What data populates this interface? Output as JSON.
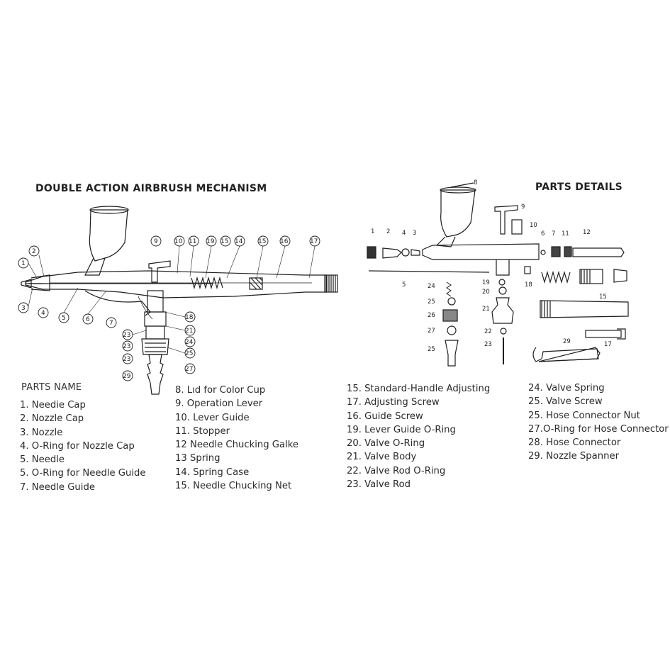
{
  "titles": {
    "left": "DOUBLE ACTION AIRBRUSH MECHANISM",
    "right": "PARTS DETAILS",
    "parts_name": "PARTS NAME"
  },
  "parts_columns": [
    [
      "1. Needie Cap",
      "2. Nozzle Cap",
      "3. Nozzle",
      "4. O-Ring for Nozzle Cap",
      "5. Needle",
      "5. O-Ring for Needle Guide",
      "7. Needle Guide"
    ],
    [
      "8. Lıd for Color Cup",
      "9. Operation Lever",
      "10. Lever Guide",
      "11. Stopper",
      "12  Needle Chucking Galke",
      "13  Spring",
      "14. Spring Case",
      "15. Needle Chucking Net"
    ],
    [
      "15. Standard-Handle Adjusting",
      "17. Adjusting Screw",
      "16. Guide Screw",
      "19. Lever Guide O-Ring",
      "20. Valve O-Ring",
      "21. Valve Body",
      "22. Valve Rod O-Ring",
      "23. Valve Rod"
    ],
    [
      "24. Valve Spring",
      "25. Valve Screw",
      "25. Hose Connector Nut",
      "27.O-Ring for Hose Connector",
      "28. Hose Connector",
      "29. Nozzle Spanner"
    ]
  ],
  "callouts_left": [
    "1",
    "2",
    "3",
    "4",
    "5",
    "6",
    "7",
    "9",
    "10",
    "11",
    "19",
    "15",
    "14",
    "15",
    "16",
    "17",
    "18",
    "21",
    "24",
    "25",
    "27",
    "23",
    "23",
    "23",
    "29"
  ],
  "callouts_right": [
    "1",
    "2",
    "4",
    "3",
    "5",
    "8",
    "9",
    "10",
    "6",
    "7",
    "11",
    "12",
    "18",
    "24",
    "19",
    "20",
    "25",
    "26",
    "21",
    "27",
    "22",
    "23",
    "25",
    "15",
    "17",
    "29"
  ]
}
